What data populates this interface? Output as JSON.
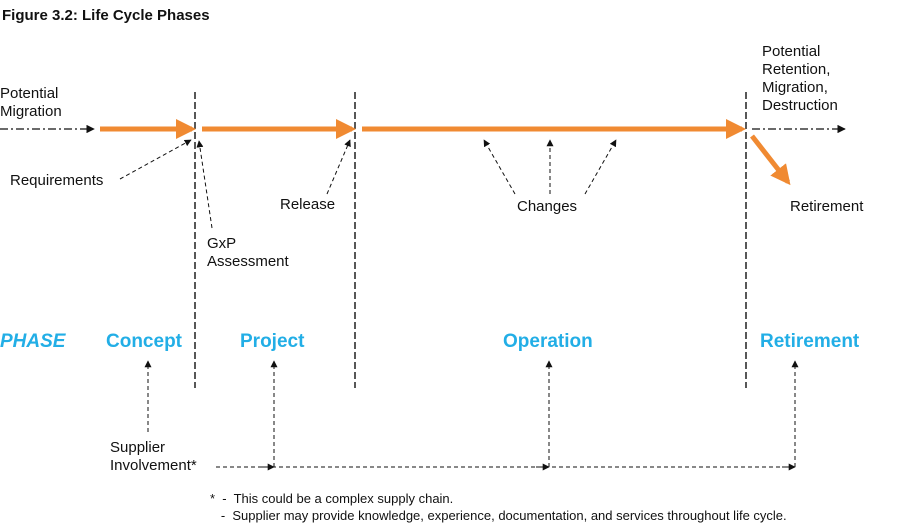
{
  "figure_title": "Figure 3.2: Life Cycle Phases",
  "flow_labels": {
    "potential_migration": [
      "Potential",
      "Migration"
    ],
    "potential_end": [
      "Potential",
      "Retention,",
      "Migration,",
      "Destruction"
    ],
    "requirements": "Requirements",
    "gxp_assessment": [
      "GxP",
      "Assessment"
    ],
    "release": "Release",
    "changes": "Changes",
    "retirement_event": "Retirement"
  },
  "phase_row": {
    "label": "PHASE",
    "phases": [
      "Concept",
      "Project",
      "Operation",
      "Retirement"
    ]
  },
  "supplier": [
    "Supplier",
    "Involvement*"
  ],
  "footnotes": [
    "*  -  This could be a complex supply chain.",
    "   -  Supplier may provide knowledge, experience, documentation, and services throughout life cycle."
  ],
  "colors": {
    "main_flow": "#f08a32",
    "phase_text": "#22aee6",
    "line": "#111111"
  }
}
